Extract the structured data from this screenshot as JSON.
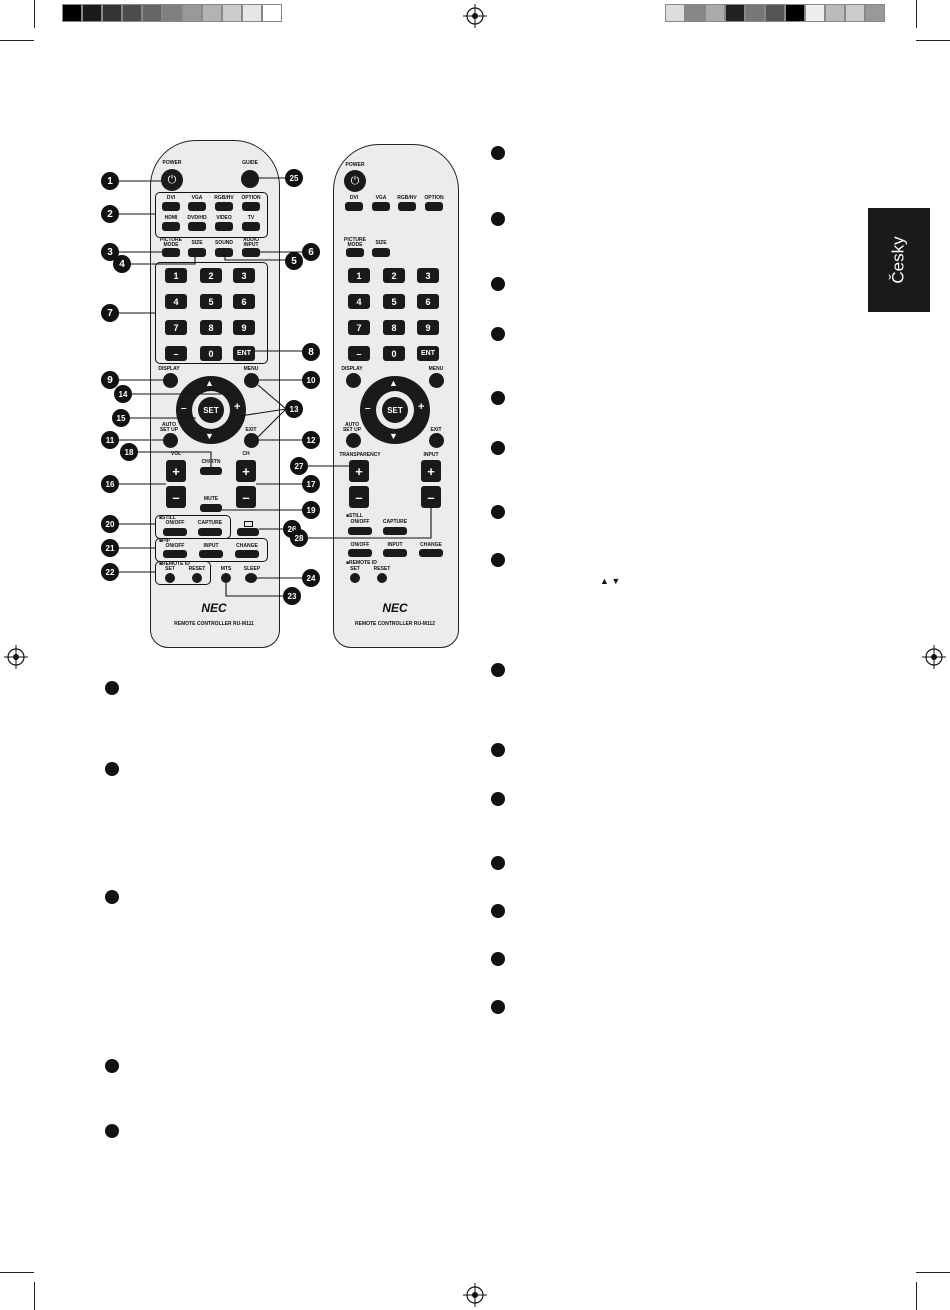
{
  "tab_label": "Česky",
  "remote1": {
    "labels": {
      "power": "POWER",
      "guide": "GUIDE",
      "dvi": "DVI",
      "vga": "VGA",
      "rgbhv": "RGB/HV",
      "option": "OPTION",
      "hdmi": "HDMI",
      "dvdhd": "DVD/HD",
      "video": "VIDEO",
      "tv": "TV",
      "picture_mode": "PICTURE\nMODE",
      "size": "SIZE",
      "sound": "SOUND",
      "audio_input": "AUDIO\nINPUT",
      "display": "DISPLAY",
      "menu": "MENU",
      "auto_setup": "AUTO\nSET UP",
      "exit": "EXIT",
      "ch_rtn": "CH/RTN",
      "vol": "VOL",
      "ch": "CH",
      "mute": "MUTE",
      "still": "■STILL",
      "still_onoff": "ON/OFF",
      "capture": "CAPTURE",
      "pip": "■PIP",
      "pip_onoff": "ON/OFF",
      "input": "INPUT",
      "change": "CHANGE",
      "remote_id": "■REMOTE ID",
      "set": "SET",
      "reset": "RESET",
      "mts": "MTS",
      "sleep": "SLEEP"
    },
    "brand": "NEC",
    "model": "REMOTE CONTROLLER RU-M111"
  },
  "remote2": {
    "labels": {
      "power": "POWER",
      "dvi": "DVI",
      "vga": "VGA",
      "rgbhv": "RGB/HV",
      "option": "OPTION",
      "picture_mode": "PICTURE\nMODE",
      "size": "SIZE",
      "display": "DISPLAY",
      "menu": "MENU",
      "auto_setup": "AUTO\nSET UP",
      "exit": "EXIT",
      "transparency": "TRANSPARENCY",
      "input_top": "INPUT",
      "still": "■STILL",
      "still_onoff": "ON/OFF",
      "capture": "CAPTURE",
      "pip_onoff": "ON/OFF",
      "input": "INPUT",
      "change": "CHANGE",
      "remote_id": "■REMOTE ID",
      "set": "SET",
      "reset": "RESET"
    },
    "brand": "NEC",
    "model": "REMOTE CONTROLLER RU-M112"
  },
  "keys": {
    "digits": [
      "1",
      "2",
      "3",
      "4",
      "5",
      "6",
      "7",
      "8",
      "9"
    ],
    "minus": "–",
    "zero": "0",
    "ent": "ENT",
    "set": "SET",
    "plus": "+",
    "dash": "–",
    "up": "▲",
    "down": "▼",
    "power_symbol": "⏻"
  },
  "callouts": [
    "1",
    "2",
    "3",
    "4",
    "5",
    "6",
    "7",
    "8",
    "9",
    "10",
    "11",
    "12",
    "13",
    "14",
    "15",
    "16",
    "17",
    "18",
    "19",
    "20",
    "21",
    "22",
    "23",
    "24",
    "25",
    "26",
    "27",
    "28"
  ],
  "arrow_glyphs": "▲ ▼",
  "colors": {
    "ink": "#111111",
    "remote_body": "#ececec",
    "tab_bg": "#1a1a1a"
  }
}
